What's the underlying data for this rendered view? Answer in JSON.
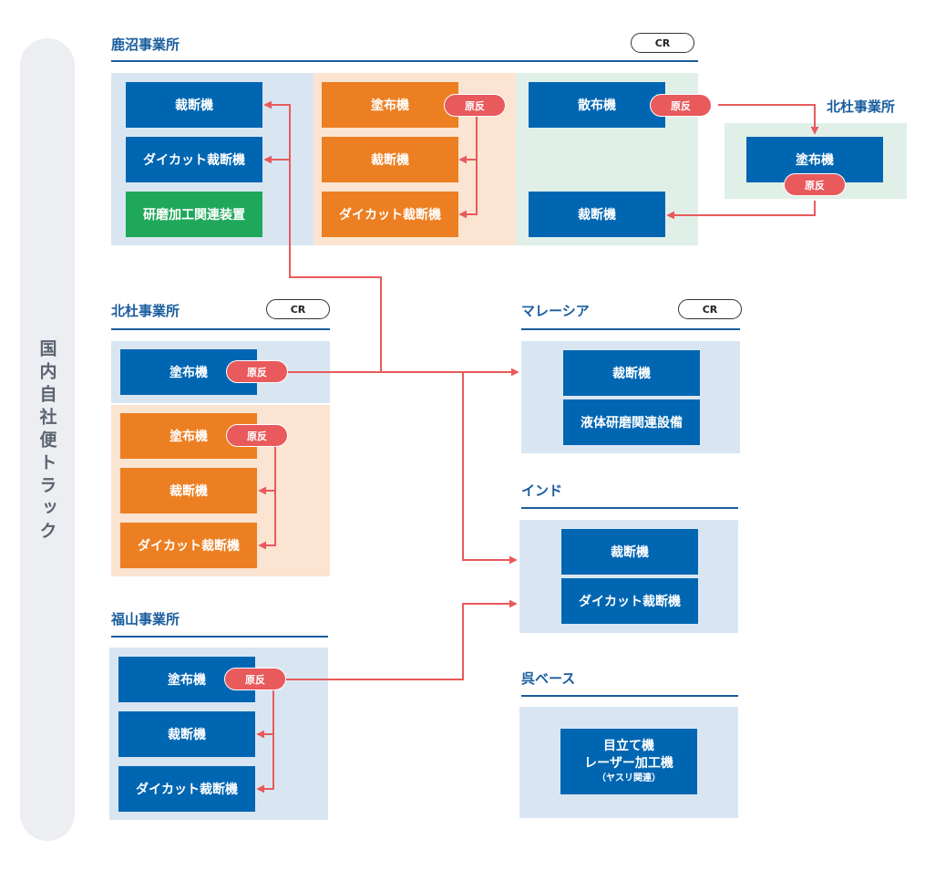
{
  "side_label": "国内自社便トラック",
  "cr_label": "CR",
  "gen_label": "原反",
  "kanuma": {
    "title": "鹿沼事業所",
    "col1": [
      "裁断機",
      "ダイカット裁断機",
      "研磨加工関連装置"
    ],
    "col2": [
      "塗布機",
      "裁断機",
      "ダイカット裁断機"
    ],
    "col3": [
      "散布機",
      "裁断機"
    ]
  },
  "hokuto_top": {
    "title": "北杜事業所",
    "box": "塗布機"
  },
  "hokuto": {
    "title": "北杜事業所",
    "blue": [
      "塗布機"
    ],
    "orange": [
      "塗布機",
      "裁断機",
      "ダイカット裁断機"
    ]
  },
  "fukuyama": {
    "title": "福山事業所",
    "boxes": [
      "塗布機",
      "裁断機",
      "ダイカット裁断機"
    ]
  },
  "malaysia": {
    "title": "マレーシア",
    "boxes": [
      "裁断機",
      "液体研磨関連設備"
    ]
  },
  "india": {
    "title": "インド",
    "boxes": [
      "裁断機",
      "ダイカット裁断機"
    ]
  },
  "kure": {
    "title": "呉ベース",
    "box_line1": "目立て機",
    "box_line2": "レーザー加工機",
    "box_line3": "（ヤスリ関連）"
  }
}
